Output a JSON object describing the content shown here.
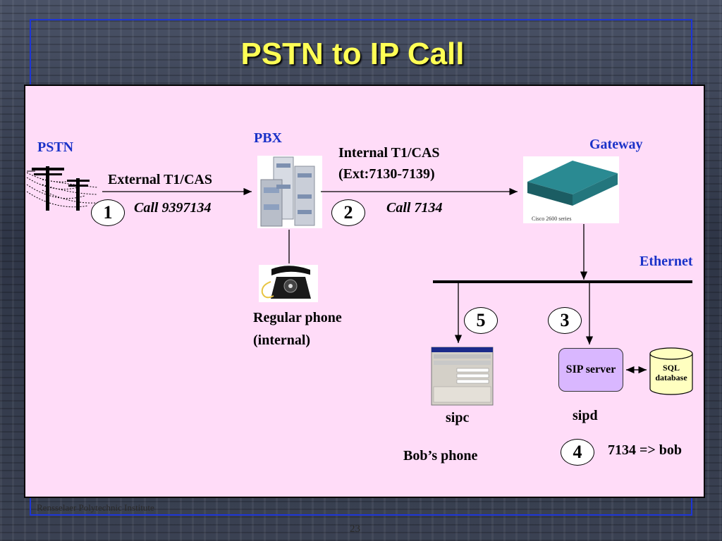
{
  "title": "PSTN to IP Call",
  "nodes": {
    "pstn": "PSTN",
    "pbx": "PBX",
    "gateway": "Gateway",
    "ethernet": "Ethernet",
    "regular_phone_line1": "Regular phone",
    "regular_phone_line2": "(internal)",
    "sip_server": "SIP server",
    "sql_line1": "SQL",
    "sql_line2": "database",
    "sipc": "sipc",
    "sipd": "sipd",
    "bobs_phone": "Bob’s phone",
    "gateway_model": "Cisco 2600 series"
  },
  "links": {
    "external": "External T1/CAS",
    "internal_line1": "Internal T1/CAS",
    "internal_line2": "(Ext:7130-7139)",
    "call1": "Call 9397134",
    "call2": "Call 7134",
    "mapping": "7134 => bob"
  },
  "steps": [
    "1",
    "2",
    "3",
    "4",
    "5"
  ],
  "footer": {
    "institute": "Rensselaer Polytechnic Institute",
    "page": "23"
  },
  "colors": {
    "panel": "#ffdcf8",
    "label_blue": "#1a32c8",
    "title_yellow": "#ffff55",
    "frame_blue": "#1d35d6",
    "sip_server": "#d9b7ff",
    "sql": "#ffffc0"
  },
  "icons": [
    "telephone-pole-icon",
    "pbx-cabinet-icon",
    "desk-phone-icon",
    "router-icon",
    "sip-client-window-icon",
    "database-icon"
  ]
}
